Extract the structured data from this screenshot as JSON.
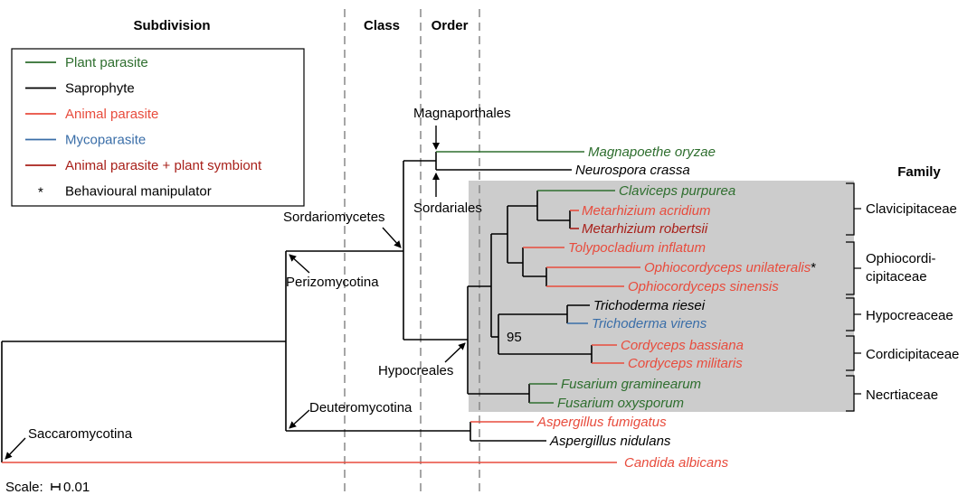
{
  "headers": {
    "subdivision": "Subdivision",
    "class": "Class",
    "order": "Order",
    "family": "Family"
  },
  "legend": {
    "items": [
      {
        "label": "Plant parasite",
        "color": "#2e6e2e",
        "kind": "line"
      },
      {
        "label": "Saprophyte",
        "color": "#000000",
        "kind": "line"
      },
      {
        "label": "Animal parasite",
        "color": "#e84c3d",
        "kind": "line"
      },
      {
        "label": "Mycoparasite",
        "color": "#3a6ea8",
        "kind": "line"
      },
      {
        "label": "Animal parasite + plant symbiont",
        "color": "#a8201a",
        "kind": "line"
      },
      {
        "label": "Behavioural manipulator",
        "color": "#000000",
        "kind": "star",
        "symbol": "*"
      }
    ]
  },
  "taxa": [
    {
      "name": "Magnapoethe oryzae",
      "color": "#2e6e2e"
    },
    {
      "name": "Neurospora crassa",
      "color": "#000000"
    },
    {
      "name": "Claviceps purpurea",
      "color": "#2e6e2e"
    },
    {
      "name": "Metarhizium acridium",
      "color": "#e84c3d"
    },
    {
      "name": "Metarhizium robertsii",
      "color": "#a8201a"
    },
    {
      "name": "Tolypocladium inflatum",
      "color": "#e84c3d"
    },
    {
      "name": "Ophiocordyceps unilateralis",
      "color": "#e84c3d",
      "star": "*"
    },
    {
      "name": "Ophiocordyceps sinensis",
      "color": "#e84c3d"
    },
    {
      "name": "Trichoderma riesei",
      "color": "#000000"
    },
    {
      "name": "Trichoderma virens",
      "color": "#3a6ea8"
    },
    {
      "name": "Cordyceps bassiana",
      "color": "#e84c3d"
    },
    {
      "name": "Cordyceps militaris",
      "color": "#e84c3d"
    },
    {
      "name": "Fusarium graminearum",
      "color": "#2e6e2e"
    },
    {
      "name": "Fusarium oxysporum",
      "color": "#2e6e2e"
    },
    {
      "name": "Aspergillus fumigatus",
      "color": "#e84c3d"
    },
    {
      "name": "Aspergillus nidulans",
      "color": "#000000"
    },
    {
      "name": "Candida albicans",
      "color": "#e84c3d"
    }
  ],
  "nodes": {
    "magnaporthales": "Magnaporthales",
    "sordariales": "Sordariales",
    "sordariomycetes": "Sordariomycetes",
    "perizomycotina": "Perizomycotina",
    "hypocreales": "Hypocreales",
    "deuteromycotina": "Deuteromycotina",
    "saccaromycotina": "Saccaromycotina",
    "bootstrap": "95"
  },
  "families": [
    {
      "name": "Clavicipitaceae"
    },
    {
      "name": "Ophiocordi-\ncipitaceae"
    },
    {
      "name": "Hypocreaceae"
    },
    {
      "name": "Cordicipitaceae"
    },
    {
      "name": "Necrtiaceae"
    }
  ],
  "scale": {
    "label": "Scale:",
    "value": "0.01"
  }
}
